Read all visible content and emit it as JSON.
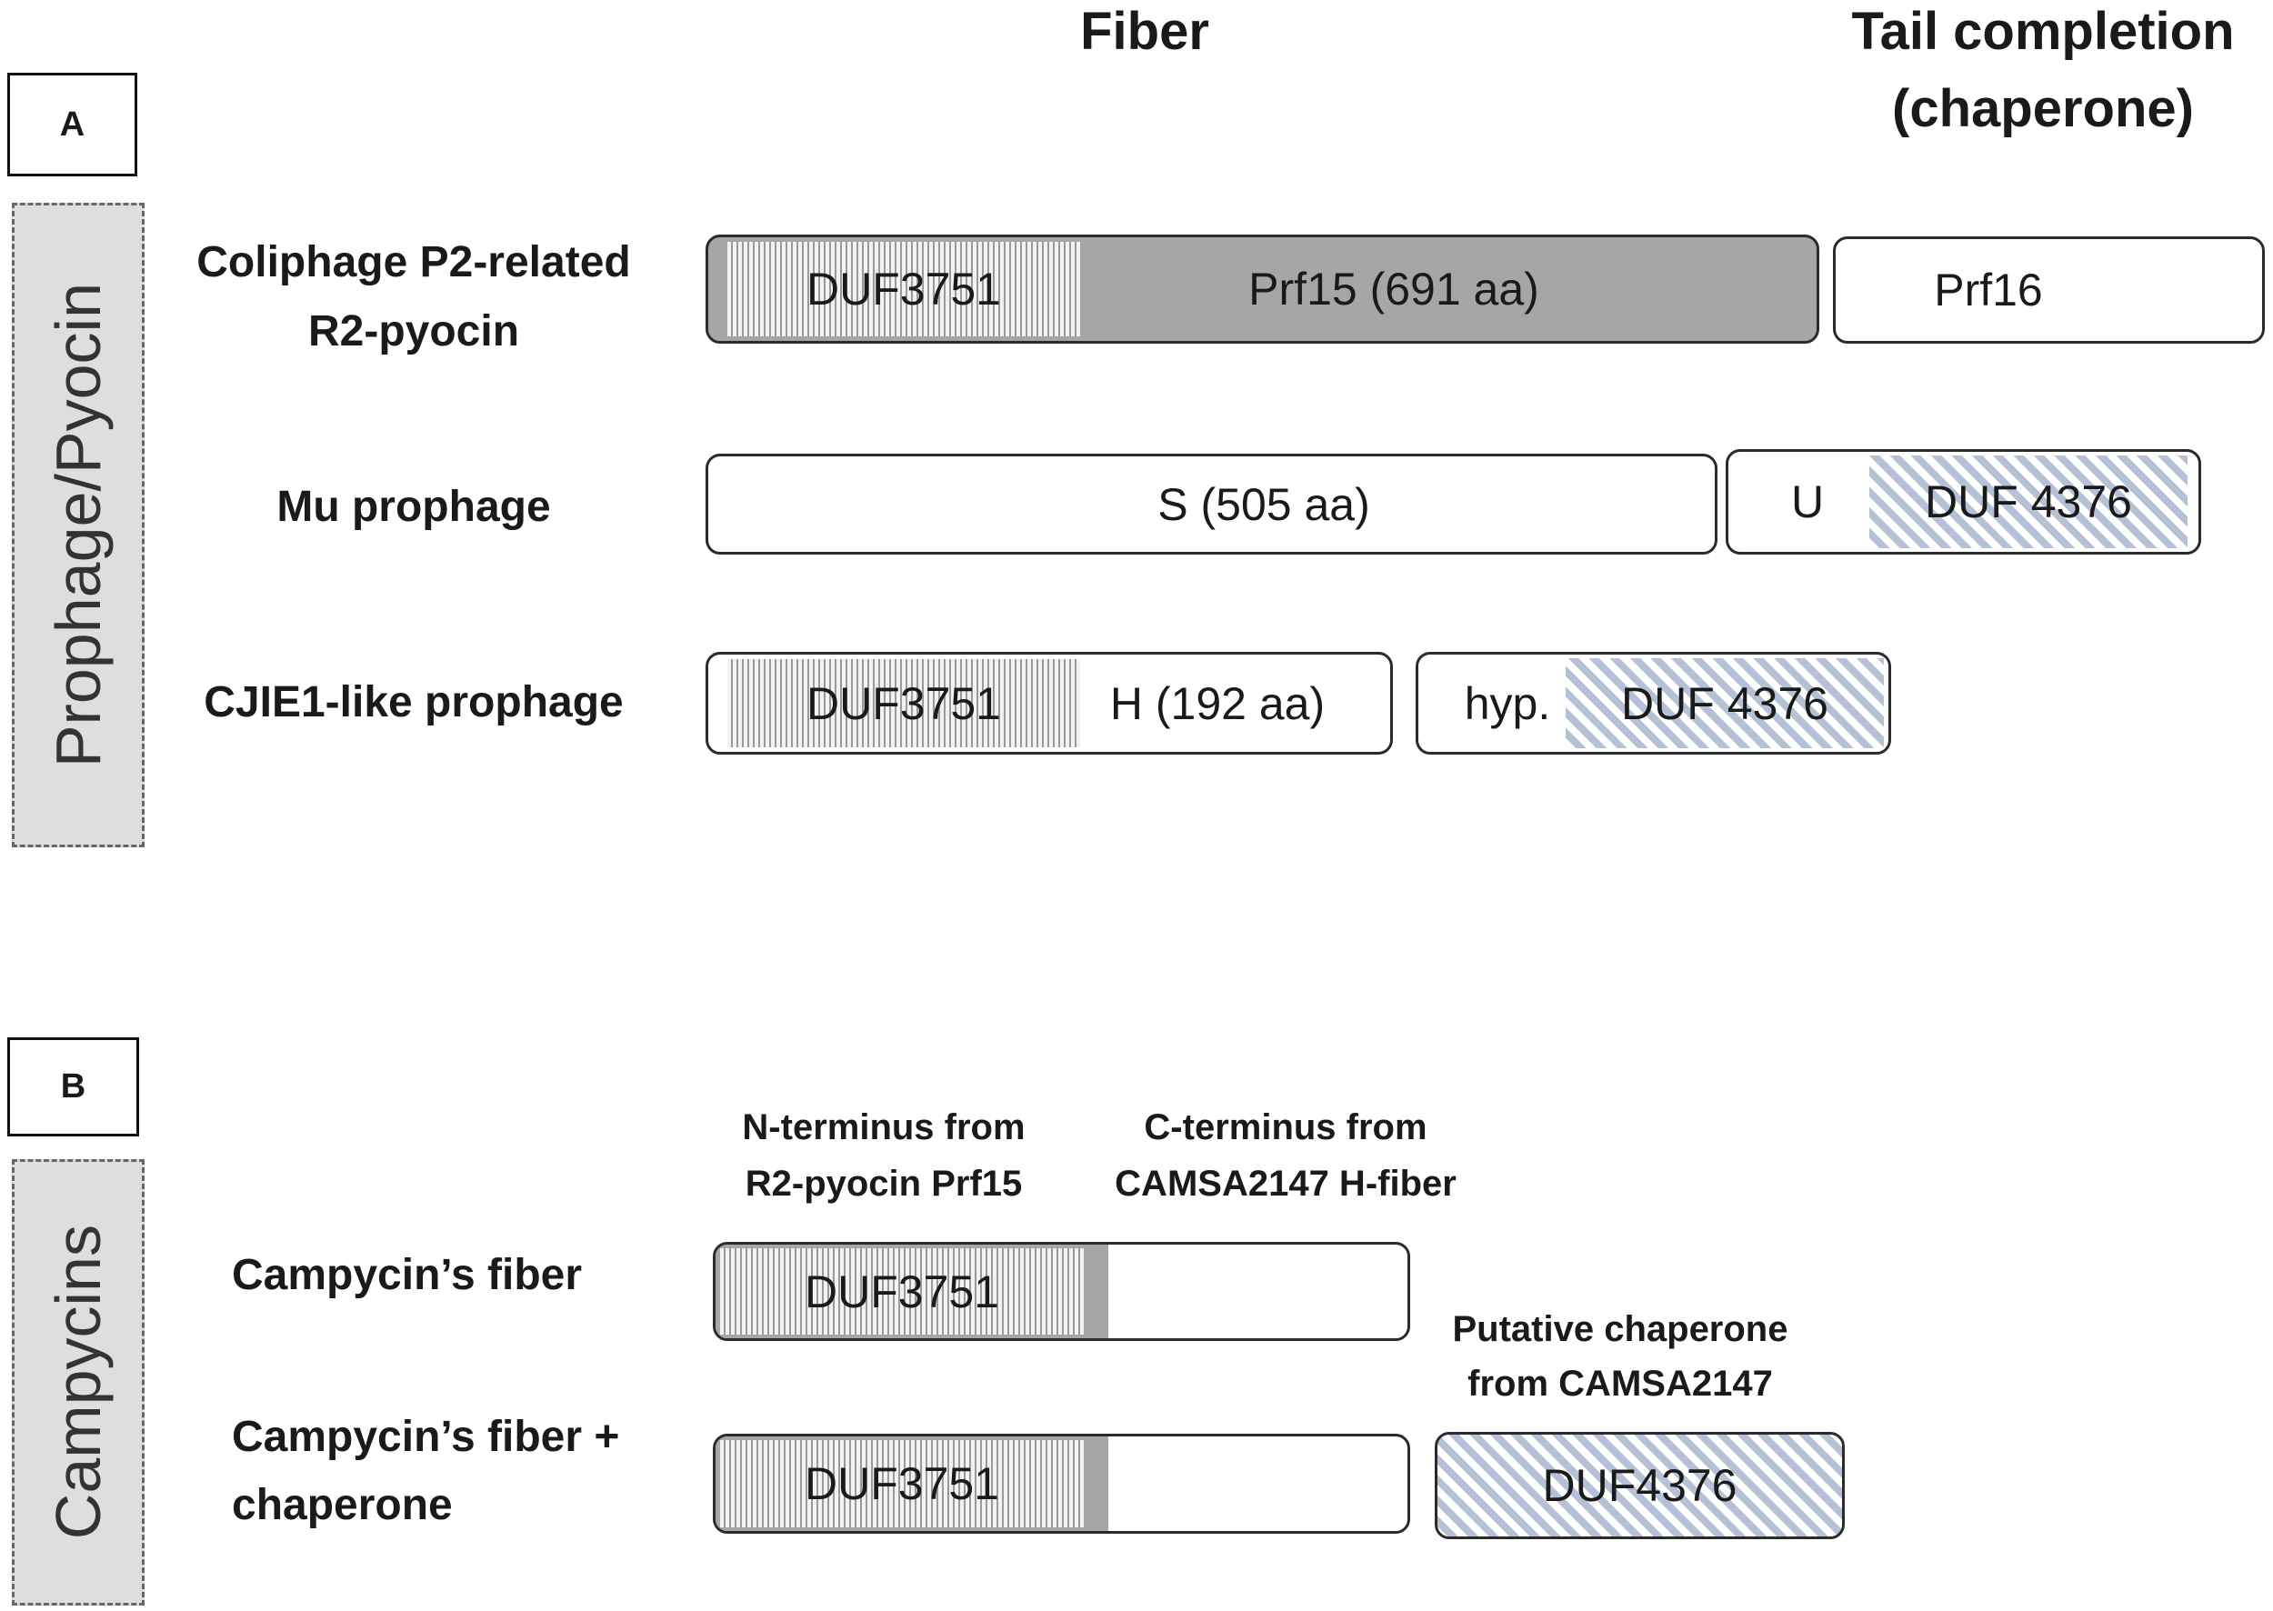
{
  "headers": {
    "fiber": "Fiber",
    "tail_line1": "Tail completion",
    "tail_line2": "(chaperone)"
  },
  "panel_a": {
    "label": "A",
    "group": "Prophage/Pyocin",
    "rows": [
      {
        "name_line1": "Coliphage P2-related",
        "name_line2": "R2-pyocin",
        "fiber_domain": "DUF3751",
        "fiber_protein": "Prf15 (691 aa)",
        "chaperone_protein": "Prf16"
      },
      {
        "name": "Mu prophage",
        "fiber_protein": "S (505 aa)",
        "chaperone_protein": "U",
        "chaperone_domain": "DUF 4376"
      },
      {
        "name": "CJIE1-like prophage",
        "fiber_domain": "DUF3751",
        "fiber_protein": "H (192 aa)",
        "chaperone_protein": "hyp.",
        "chaperone_domain": "DUF 4376"
      }
    ]
  },
  "panel_b": {
    "label": "B",
    "group": "Campycins",
    "n_terminus_line1": "N-terminus from",
    "n_terminus_line2": "R2-pyocin Prf15",
    "c_terminus_line1": "C-terminus from",
    "c_terminus_line2": "CAMSA2147 H-fiber",
    "chaperone_line1": "Putative chaperone",
    "chaperone_line2": "from CAMSA2147",
    "rows": [
      {
        "name": "Campycin’s fiber",
        "fiber_domain": "DUF3751"
      },
      {
        "name_line1": "Campycin’s fiber +",
        "name_line2": "chaperone",
        "fiber_domain": "DUF3751",
        "chaperone_domain": "DUF4376"
      }
    ]
  },
  "colors": {
    "fiber_gray": "#a6a6a6",
    "group_fill": "#dedede",
    "hatch_vertical": "#9a9a9a",
    "hatch_diagonal": "#b5c1d4"
  }
}
